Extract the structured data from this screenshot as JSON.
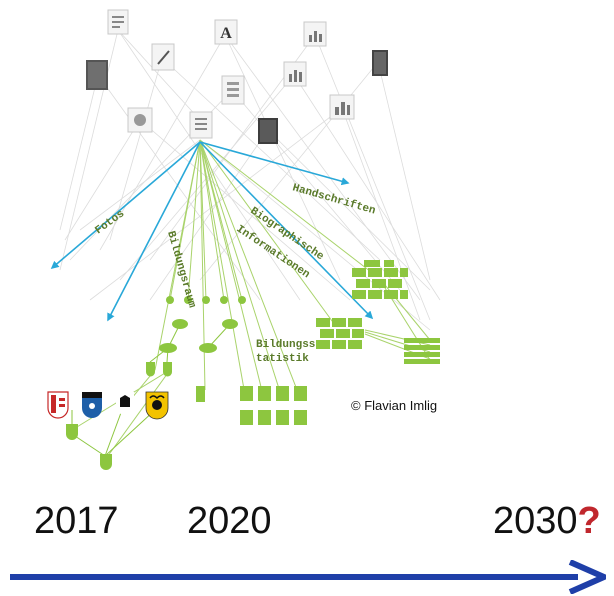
{
  "labels": {
    "fotos": "Fotos",
    "bildungsraum": "Bildungsraum",
    "biographische_1": "Biographische",
    "biographische_2": "Informationen",
    "handschriften": "Handschriften",
    "bildungsstatistik_1": "Bildungss",
    "bildungsstatistik_2": "tatistik"
  },
  "icon_glyphs": {
    "letter_a": "A"
  },
  "credit": "© Flavian Imlig",
  "timeline": {
    "years": [
      "2017",
      "2020",
      "2030"
    ],
    "question_mark": "?"
  },
  "colors": {
    "green": "#8dc63f",
    "blue": "#29a8d8",
    "timeline_arrow": "#1f3fa8",
    "question": "#c0272d",
    "grey_line": "#d8d8d8"
  }
}
